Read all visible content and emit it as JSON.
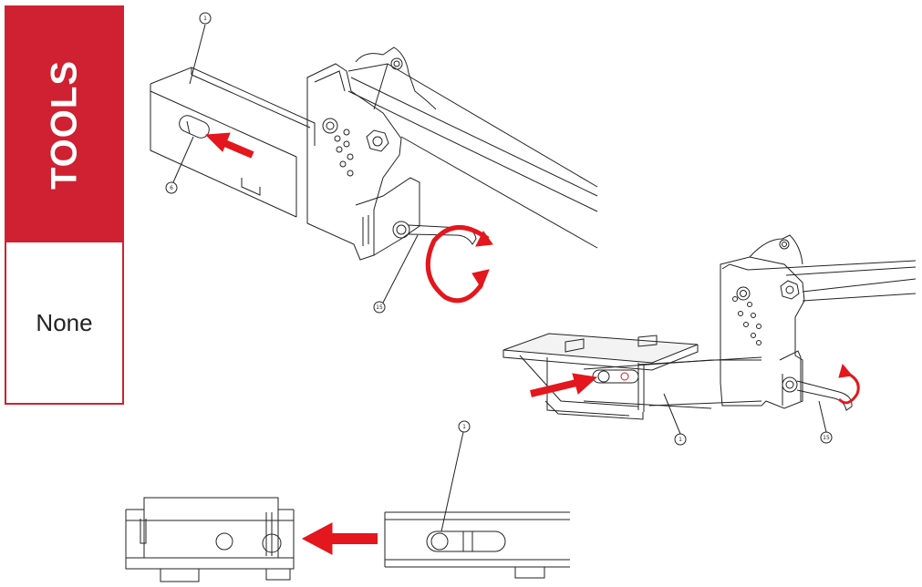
{
  "tools_panel": {
    "title": "TOOLS",
    "value": "None"
  },
  "callouts": {
    "part_1": "1",
    "part_6": "6",
    "part_15": "15"
  },
  "colors": {
    "accent": "#cf2131",
    "arrow": "#e3171d",
    "line": "#222222"
  }
}
